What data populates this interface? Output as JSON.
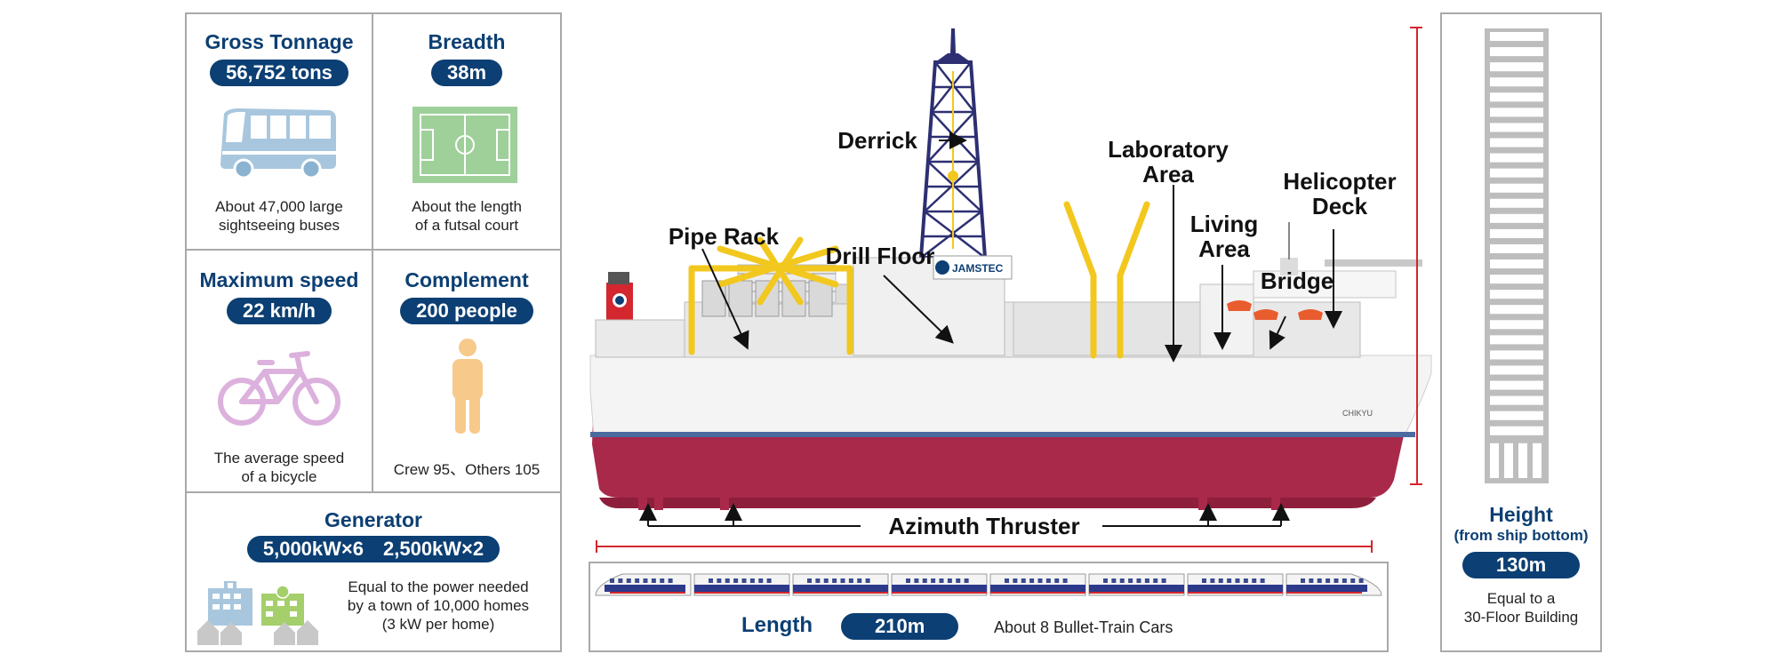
{
  "stats": {
    "gross_tonnage": {
      "title": "Gross Tonnage",
      "value": "56,752 tons",
      "desc_line1": "About 47,000 large",
      "desc_line2": "sightseeing buses",
      "icon": "bus-icon"
    },
    "breadth": {
      "title": "Breadth",
      "value": "38m",
      "desc_line1": "About the length",
      "desc_line2": "of a futsal court",
      "icon": "futsal-court-icon"
    },
    "max_speed": {
      "title": "Maximum speed",
      "value": "22 km/h",
      "desc_line1": "The average speed",
      "desc_line2": "of a bicycle",
      "icon": "bicycle-icon"
    },
    "complement": {
      "title": "Complement",
      "value": "200 people",
      "desc": "Crew 95、Others 105",
      "icon": "person-icon"
    },
    "generator": {
      "title": "Generator",
      "value": "5,000kW×6　2,500kW×2",
      "desc_line1": "Equal to the power needed",
      "desc_line2": "by a town of 10,000 homes",
      "desc_line3": "(3 kW per home)",
      "icon": "town-buildings-icon"
    }
  },
  "ship": {
    "labels": {
      "derrick": "Derrick",
      "pipe_rack": "Pipe Rack",
      "drill_floor": "Drill Floor",
      "laboratory_1": "Laboratory",
      "laboratory_2": "Area",
      "living_1": "Living",
      "living_2": "Area",
      "helicopter_1": "Helicopter",
      "helicopter_2": "Deck",
      "bridge": "Bridge",
      "azimuth": "Azimuth Thruster",
      "funnel_logo": "JAMSTEC"
    },
    "hull_name": "CHIKYU",
    "colors": {
      "hull": "#a8294a",
      "derrick": "#2d2f72",
      "crane": "#f2c81e",
      "measure": "#d3262e",
      "accent": "#0c3f73"
    }
  },
  "length": {
    "title": "Length",
    "value": "210m",
    "desc": "About 8 Bullet-Train Cars",
    "cars": 8
  },
  "height": {
    "title": "Height",
    "subtitle": "(from ship bottom)",
    "value": "130m",
    "desc_line1": "Equal to a",
    "desc_line2": "30-Floor Building",
    "floors": 30
  }
}
